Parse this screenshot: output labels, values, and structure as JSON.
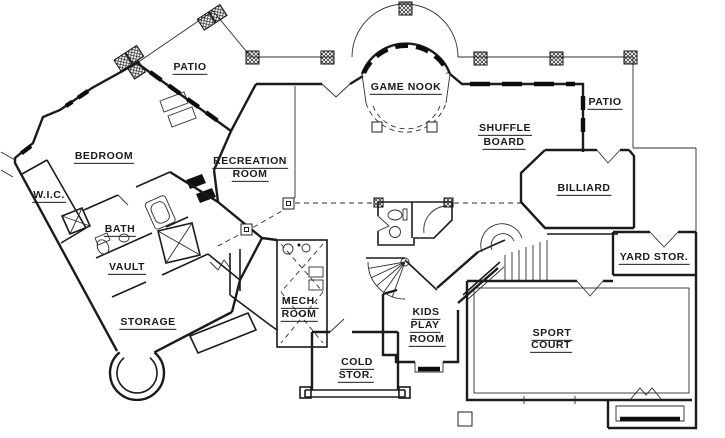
{
  "colors": {
    "ink": "#1b1b1b",
    "paper": "#ffffff"
  },
  "floor_plan": {
    "room_labels": [
      {
        "id": "patio-upper",
        "text": "PATIO"
      },
      {
        "id": "game-nook",
        "text": "GAME NOOK"
      },
      {
        "id": "patio-right",
        "text": "PATIO"
      },
      {
        "id": "shuffle-1",
        "text": "SHUFFLE"
      },
      {
        "id": "shuffle-2",
        "text": "BOARD"
      },
      {
        "id": "billiard",
        "text": "BILLIARD"
      },
      {
        "id": "bedroom",
        "text": "BEDROOM"
      },
      {
        "id": "recreation-1",
        "text": "RECREATION"
      },
      {
        "id": "recreation-2",
        "text": "ROOM"
      },
      {
        "id": "wic",
        "text": "W.I.C."
      },
      {
        "id": "bath",
        "text": "BATH"
      },
      {
        "id": "vault",
        "text": "VAULT"
      },
      {
        "id": "storage",
        "text": "STORAGE"
      },
      {
        "id": "mech-1",
        "text": "MECH."
      },
      {
        "id": "mech-2",
        "text": "ROOM"
      },
      {
        "id": "cold-1",
        "text": "COLD"
      },
      {
        "id": "cold-2",
        "text": "STOR."
      },
      {
        "id": "kids-1",
        "text": "KIDS"
      },
      {
        "id": "kids-2",
        "text": "PLAY"
      },
      {
        "id": "kids-3",
        "text": "ROOM"
      },
      {
        "id": "sport-1",
        "text": "SPORT"
      },
      {
        "id": "sport-2",
        "text": "COURT"
      },
      {
        "id": "yard-storage",
        "text": "YARD STOR."
      }
    ]
  }
}
